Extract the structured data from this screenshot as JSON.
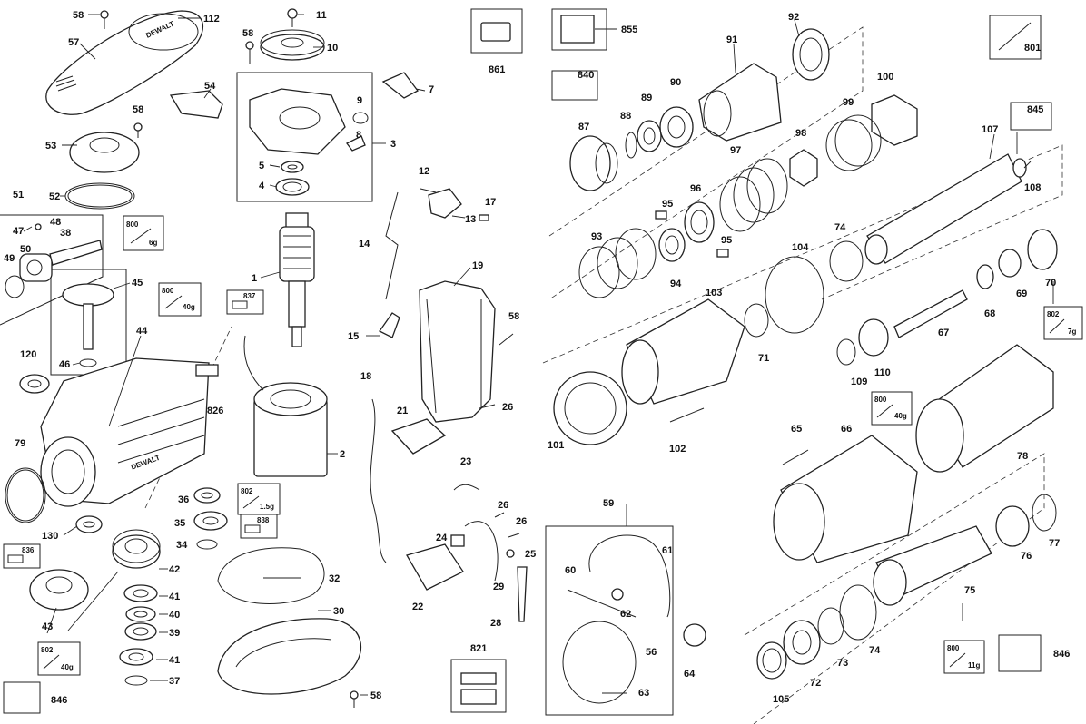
{
  "diagram": {
    "brand_text": "DEWALT",
    "labels": [
      {
        "id": "p58a",
        "text": "58"
      },
      {
        "id": "p112",
        "text": "112"
      },
      {
        "id": "p57",
        "text": "57"
      },
      {
        "id": "p54",
        "text": "54"
      },
      {
        "id": "p58b",
        "text": "58"
      },
      {
        "id": "p53",
        "text": "53"
      },
      {
        "id": "p52",
        "text": "52"
      },
      {
        "id": "p51",
        "text": "51"
      },
      {
        "id": "p48",
        "text": "48"
      },
      {
        "id": "p47",
        "text": "47"
      },
      {
        "id": "p38",
        "text": "38"
      },
      {
        "id": "p50",
        "text": "50"
      },
      {
        "id": "p49",
        "text": "49"
      },
      {
        "id": "p45",
        "text": "45"
      },
      {
        "id": "p46",
        "text": "46"
      },
      {
        "id": "p44",
        "text": "44"
      },
      {
        "id": "p120",
        "text": "120"
      },
      {
        "id": "p79",
        "text": "79"
      },
      {
        "id": "p826",
        "text": "826"
      },
      {
        "id": "p130",
        "text": "130"
      },
      {
        "id": "p42",
        "text": "42"
      },
      {
        "id": "p43",
        "text": "43"
      },
      {
        "id": "p41a",
        "text": "41"
      },
      {
        "id": "p40",
        "text": "40"
      },
      {
        "id": "p39",
        "text": "39"
      },
      {
        "id": "p41b",
        "text": "41"
      },
      {
        "id": "p37",
        "text": "37"
      },
      {
        "id": "p846a",
        "text": "846"
      },
      {
        "id": "p36",
        "text": "36"
      },
      {
        "id": "p35",
        "text": "35"
      },
      {
        "id": "p34",
        "text": "34"
      },
      {
        "id": "p32",
        "text": "32"
      },
      {
        "id": "p30",
        "text": "30"
      },
      {
        "id": "p58c",
        "text": "58"
      },
      {
        "id": "p11",
        "text": "11"
      },
      {
        "id": "p58d",
        "text": "58"
      },
      {
        "id": "p10",
        "text": "10"
      },
      {
        "id": "p9",
        "text": "9"
      },
      {
        "id": "p8",
        "text": "8"
      },
      {
        "id": "p3",
        "text": "3"
      },
      {
        "id": "p5",
        "text": "5"
      },
      {
        "id": "p4",
        "text": "4"
      },
      {
        "id": "p7",
        "text": "7"
      },
      {
        "id": "p1",
        "text": "1"
      },
      {
        "id": "p2",
        "text": "2"
      },
      {
        "id": "p12",
        "text": "12"
      },
      {
        "id": "p17",
        "text": "17"
      },
      {
        "id": "p13",
        "text": "13"
      },
      {
        "id": "p14",
        "text": "14"
      },
      {
        "id": "p19",
        "text": "19"
      },
      {
        "id": "p15",
        "text": "15"
      },
      {
        "id": "p58e",
        "text": "58"
      },
      {
        "id": "p18",
        "text": "18"
      },
      {
        "id": "p26a",
        "text": "26"
      },
      {
        "id": "p21",
        "text": "21"
      },
      {
        "id": "p23",
        "text": "23"
      },
      {
        "id": "p26b",
        "text": "26"
      },
      {
        "id": "p26c",
        "text": "26"
      },
      {
        "id": "p24",
        "text": "24"
      },
      {
        "id": "p25",
        "text": "25"
      },
      {
        "id": "p22",
        "text": "22"
      },
      {
        "id": "p29",
        "text": "29"
      },
      {
        "id": "p28",
        "text": "28"
      },
      {
        "id": "p861",
        "text": "861"
      },
      {
        "id": "p821",
        "text": "821"
      },
      {
        "id": "p59",
        "text": "59"
      },
      {
        "id": "p60",
        "text": "60"
      },
      {
        "id": "p61",
        "text": "61"
      },
      {
        "id": "p62",
        "text": "62"
      },
      {
        "id": "p56",
        "text": "56"
      },
      {
        "id": "p64",
        "text": "64"
      },
      {
        "id": "p63",
        "text": "63"
      },
      {
        "id": "p855",
        "text": "855"
      },
      {
        "id": "p92",
        "text": "92"
      },
      {
        "id": "p91",
        "text": "91"
      },
      {
        "id": "p801",
        "text": "801"
      },
      {
        "id": "p840",
        "text": "840"
      },
      {
        "id": "p88",
        "text": "88"
      },
      {
        "id": "p89",
        "text": "89"
      },
      {
        "id": "p90",
        "text": "90"
      },
      {
        "id": "p87",
        "text": "87"
      },
      {
        "id": "p100",
        "text": "100"
      },
      {
        "id": "p99",
        "text": "99"
      },
      {
        "id": "p98",
        "text": "98"
      },
      {
        "id": "p97",
        "text": "97"
      },
      {
        "id": "p96",
        "text": "96"
      },
      {
        "id": "p95a",
        "text": "95"
      },
      {
        "id": "p95b",
        "text": "95"
      },
      {
        "id": "p93",
        "text": "93"
      },
      {
        "id": "p94",
        "text": "94"
      },
      {
        "id": "p845",
        "text": "845"
      },
      {
        "id": "p107",
        "text": "107"
      },
      {
        "id": "p108",
        "text": "108"
      },
      {
        "id": "p74a",
        "text": "74"
      },
      {
        "id": "p104",
        "text": "104"
      },
      {
        "id": "p103",
        "text": "103"
      },
      {
        "id": "p71",
        "text": "71"
      },
      {
        "id": "p68",
        "text": "68"
      },
      {
        "id": "p69",
        "text": "69"
      },
      {
        "id": "p70",
        "text": "70"
      },
      {
        "id": "p67",
        "text": "67"
      },
      {
        "id": "p101",
        "text": "101"
      },
      {
        "id": "p102",
        "text": "102"
      },
      {
        "id": "p109",
        "text": "109"
      },
      {
        "id": "p110",
        "text": "110"
      },
      {
        "id": "p65",
        "text": "65"
      },
      {
        "id": "p66",
        "text": "66"
      },
      {
        "id": "p78",
        "text": "78"
      },
      {
        "id": "p75",
        "text": "75"
      },
      {
        "id": "p76",
        "text": "76"
      },
      {
        "id": "p77",
        "text": "77"
      },
      {
        "id": "p73",
        "text": "73"
      },
      {
        "id": "p74b",
        "text": "74"
      },
      {
        "id": "p72",
        "text": "72"
      },
      {
        "id": "p105",
        "text": "105"
      },
      {
        "id": "p846b",
        "text": "846"
      }
    ],
    "lube_tags": [
      {
        "id": "t800a",
        "code": "800",
        "weight": "6g"
      },
      {
        "id": "t800b",
        "code": "800",
        "weight": "40g"
      },
      {
        "id": "t802a",
        "code": "802",
        "weight": "1.5g"
      },
      {
        "id": "t802b",
        "code": "802",
        "weight": "40g"
      },
      {
        "id": "t802c",
        "code": "802",
        "weight": "7g"
      },
      {
        "id": "t800c",
        "code": "800",
        "weight": "40g"
      },
      {
        "id": "t800d",
        "code": "800",
        "weight": "11g"
      }
    ],
    "kit_tags": [
      {
        "id": "k837",
        "code": "837"
      },
      {
        "id": "k836",
        "code": "836"
      },
      {
        "id": "k838",
        "code": "838"
      }
    ]
  }
}
